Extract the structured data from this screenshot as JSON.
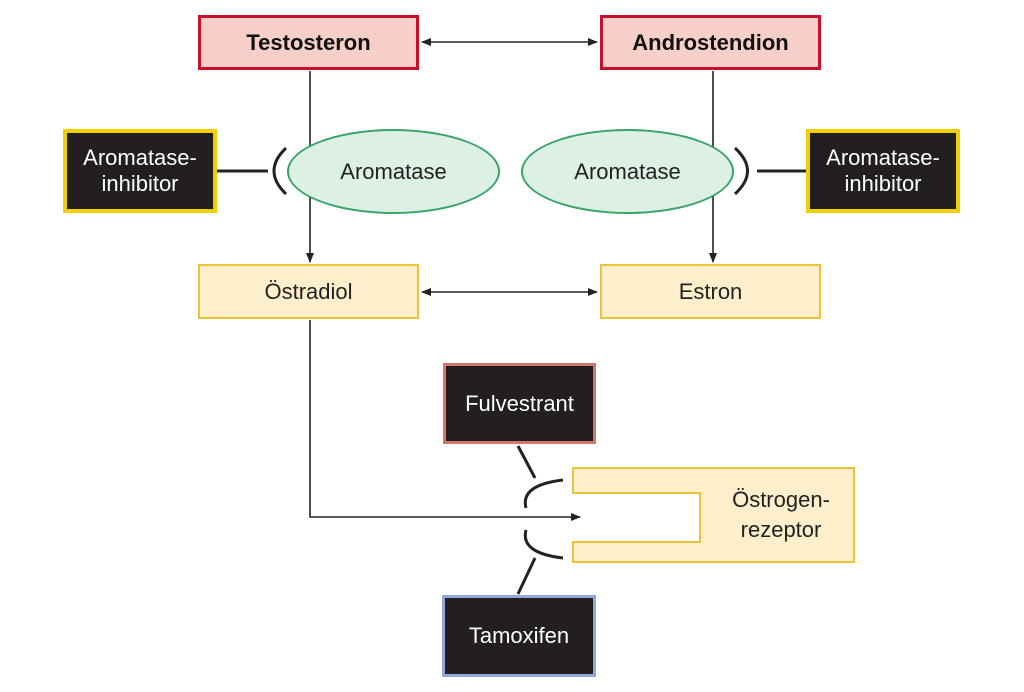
{
  "nodes": {
    "testosteron": "Testosteron",
    "androstendion": "Androstendion",
    "aromatase_left": "Aromatase",
    "aromatase_right": "Aromatase",
    "inhibitor_left": "Aromatase-\ninhibitor",
    "inhibitor_right": "Aromatase-\ninhibitor",
    "oestradiol": "Östradiol",
    "estron": "Estron",
    "fulvestrant": "Fulvestrant",
    "tamoxifen": "Tamoxifen",
    "rezeptor": "Östrogen-\nrezeptor"
  },
  "colors": {
    "precursor_fill": "#f5cfc8",
    "precursor_border": "#c8102e",
    "estrogen_fill": "#fdefcb",
    "estrogen_border": "#ecc23a",
    "enzyme_fill": "#dcf0e4",
    "enzyme_border": "#3aa36a",
    "inhibitor_fill": "#231f20"
  }
}
